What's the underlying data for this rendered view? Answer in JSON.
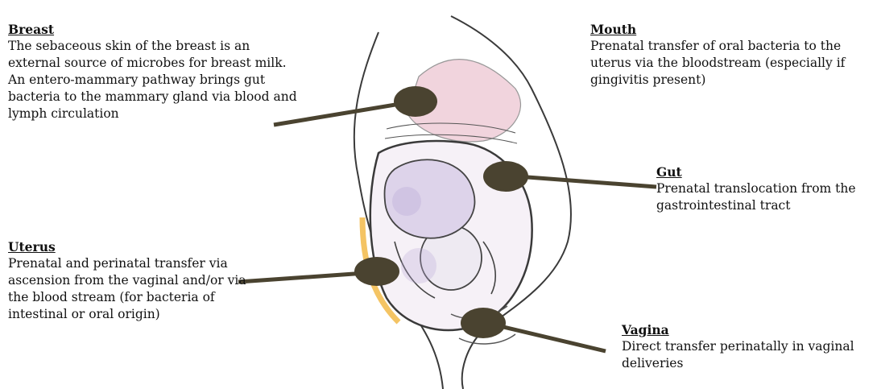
{
  "labels": {
    "breast": {
      "heading": "Breast",
      "description": "The sebaceous skin of the breast is an external source of microbes for breast milk. An entero-mammary pathway brings gut bacteria to the mammary gland via blood and lymph circulation"
    },
    "mouth": {
      "heading": "Mouth",
      "description": "Prenatal transfer of oral bacteria to the uterus via the bloodstream (especially if gingivitis present)"
    },
    "gut": {
      "heading": "Gut",
      "description": "Prenatal translocation from the gastrointestinal tract"
    },
    "uterus": {
      "heading": "Uterus",
      "description": "Prenatal and perinatal transfer via ascension from the vaginal and/or via the blood stream (for bacteria of intestinal or oral origin)"
    },
    "vagina": {
      "heading": "Vagina",
      "description": "Direct transfer perinatally in vaginal deliveries"
    }
  },
  "colors": {
    "marker": "#4a4330",
    "breast_tint": "#e9b8c8",
    "uterus_tint": "#f0b030",
    "fetal_tint": "#b8a8d8",
    "line_art": "#3a3a3a"
  }
}
